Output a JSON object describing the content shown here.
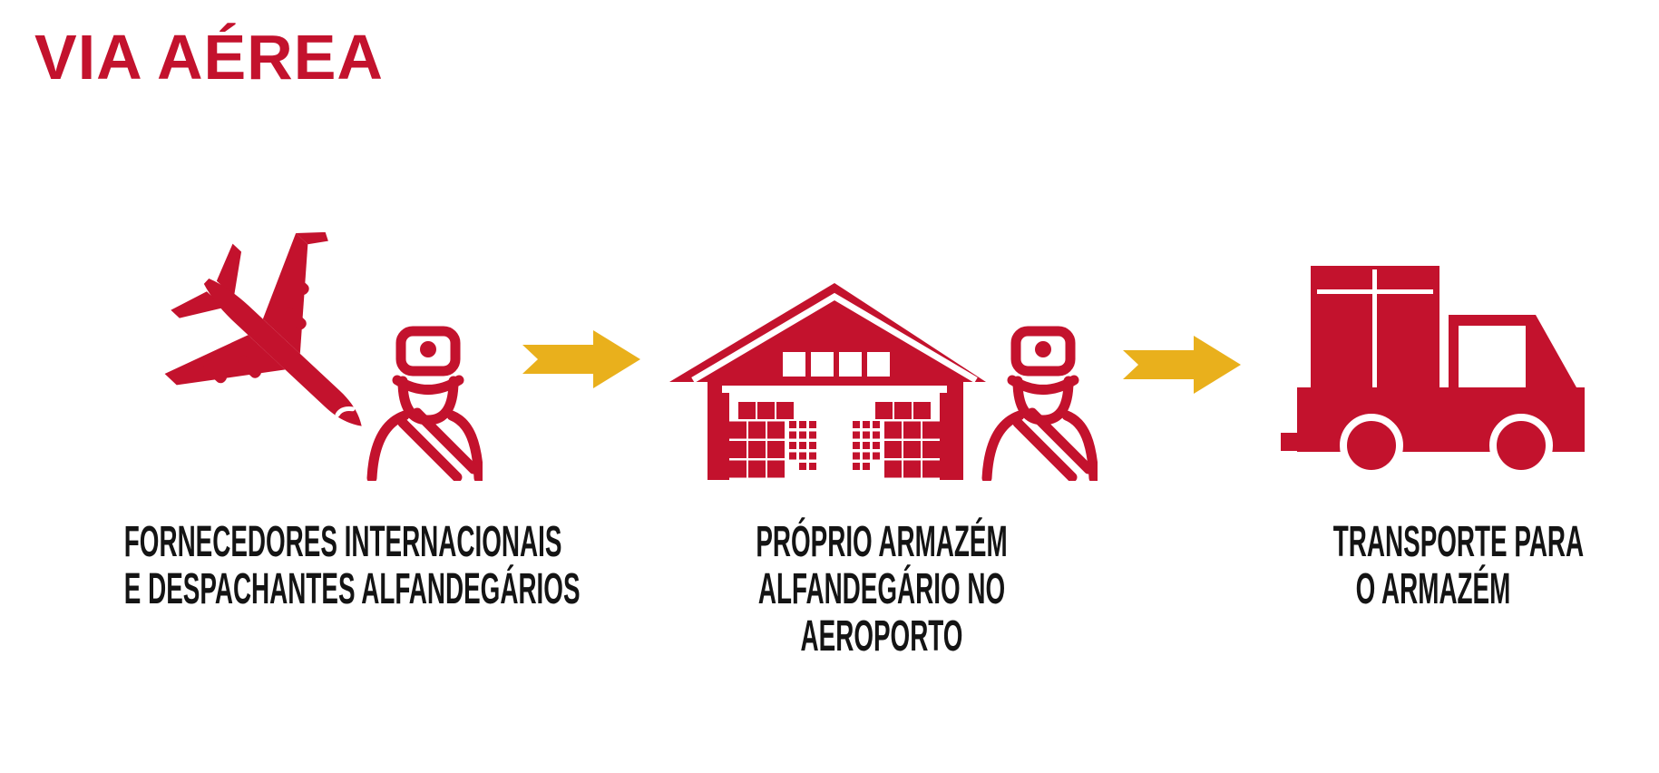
{
  "title": "VIA AÉREA",
  "colors": {
    "primary_red": "#c3122d",
    "arrow_yellow": "#e9b01c",
    "caption_black": "#141414",
    "background": "#ffffff"
  },
  "steps": [
    {
      "icons": [
        "airplane-icon",
        "customs-officer-icon"
      ],
      "lines": [
        "FORNECEDORES INTERNACIONAIS",
        "E DESPACHANTES ALFANDEGÁRIOS"
      ]
    },
    {
      "icons": [
        "bonded-warehouse-icon",
        "customs-officer-icon"
      ],
      "lines": [
        "PRÓPRIO ARMAZÉM",
        "ALFANDEGÁRIO NO",
        "AEROPORTO"
      ]
    },
    {
      "icons": [
        "delivery-truck-icon"
      ],
      "lines": [
        "TRANSPORTE PARA",
        "O ARMAZÉM"
      ]
    }
  ],
  "connectors": [
    {
      "type": "arrow-right"
    },
    {
      "type": "arrow-right"
    }
  ]
}
